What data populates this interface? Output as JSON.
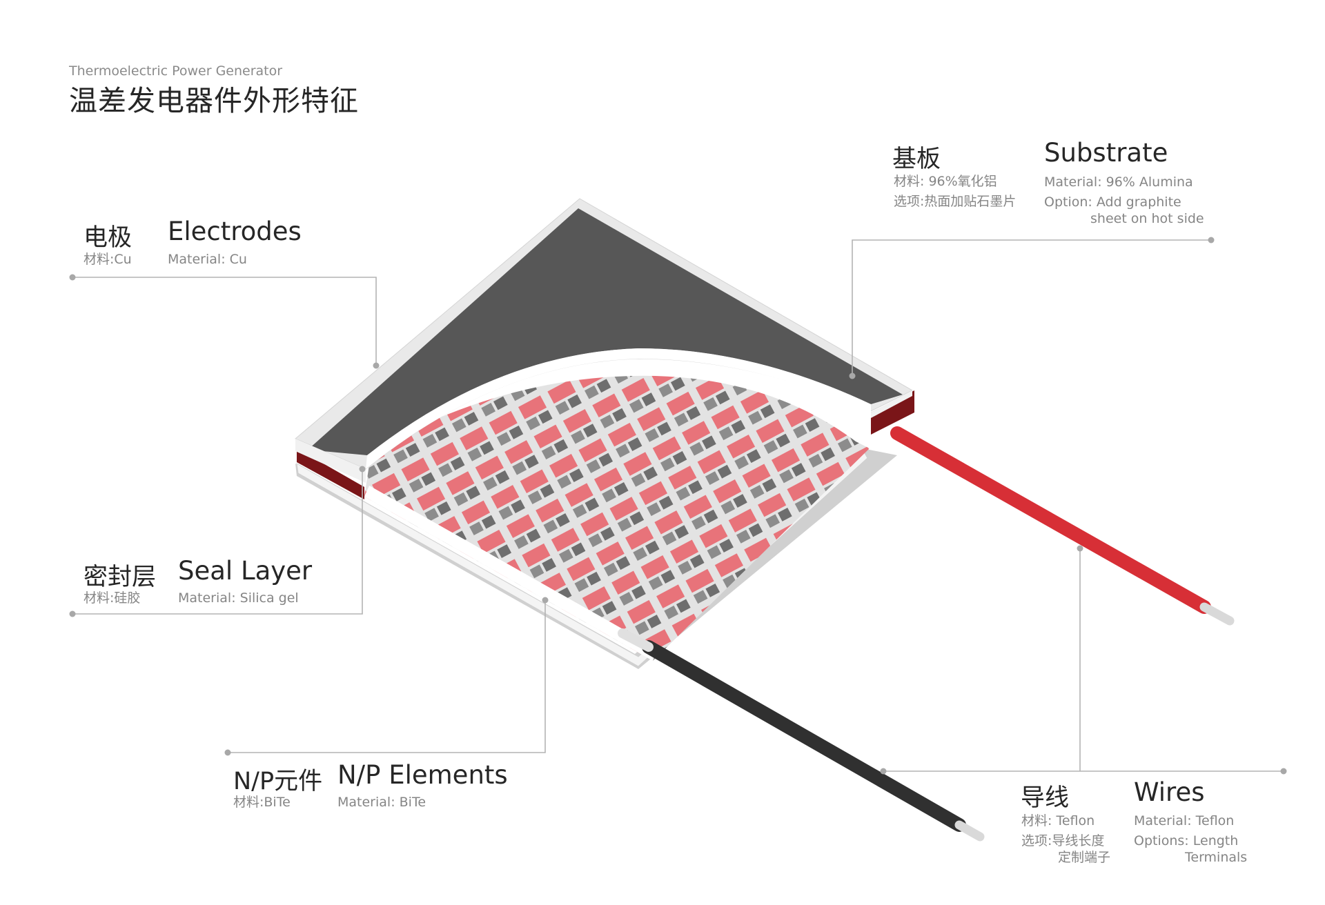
{
  "header": {
    "subtitle": "Thermoelectric Power Generator",
    "title": "温差发电器件外形特征"
  },
  "callouts": {
    "electrodes": {
      "cn": "电极",
      "en": "Electrodes",
      "cn_material": "材料:Cu",
      "en_material": "Material: Cu"
    },
    "seal": {
      "cn": "密封层",
      "en": "Seal Layer",
      "cn_material": "材料:硅胶",
      "en_material": "Material: Silica gel"
    },
    "np": {
      "cn": "N/P元件",
      "en": "N/P Elements",
      "cn_material": "材料:BiTe",
      "en_material": "Material: BiTe"
    },
    "substrate": {
      "cn": "基板",
      "en": "Substrate",
      "cn_material": "材料: 96%氧化铝",
      "cn_option": "选项:热面加贴石墨片",
      "en_material": "Material: 96% Alumina",
      "en_option_1": "Option: Add graphite",
      "en_option_2": "sheet on hot side"
    },
    "wires": {
      "cn": "导线",
      "en": "Wires",
      "cn_material": "材料: Teflon",
      "cn_option_1": "选项:导线长度",
      "cn_option_2": "定制端子",
      "en_material": "Material: Teflon",
      "en_option_1": "Options: Length",
      "en_option_2": "Terminals"
    }
  },
  "colors": {
    "top_plate": "#575757",
    "plate_edge": "#ebebeb",
    "seal": "#7a1518",
    "p_element": "#e8737a",
    "n_element": "#8c8c8c",
    "red_wire": "#d72f36",
    "black_wire": "#303030",
    "leader": "#b3b3b3"
  }
}
